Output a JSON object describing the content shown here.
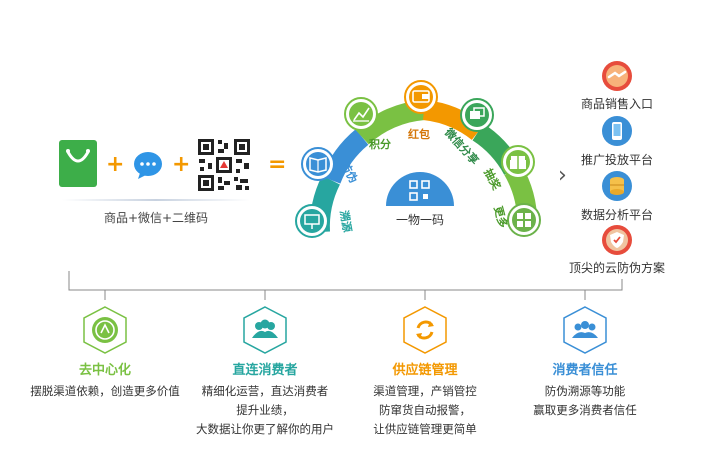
{
  "inputs": {
    "caption": "商品+微信+二维码",
    "plus": "+",
    "equals": "="
  },
  "arc": {
    "center_label": "一物一码",
    "items": [
      {
        "label": "溯源",
        "icon": "presentation-icon",
        "color": "#27a6a0"
      },
      {
        "label": "防伪",
        "icon": "book-icon",
        "color": "#3a8fd6"
      },
      {
        "label": "积分",
        "icon": "chart-icon",
        "color": "#7ac143"
      },
      {
        "label": "红包",
        "icon": "wallet-icon",
        "color": "#f39800"
      },
      {
        "label": "微信分享",
        "icon": "share-icon",
        "color": "#3aa65a"
      },
      {
        "label": "抽奖",
        "icon": "gift-icon",
        "color": "#7ac143"
      },
      {
        "label": "更多",
        "icon": "grid-icon",
        "color": "#6bb24a"
      }
    ]
  },
  "outcomes": {
    "arrow": "›",
    "items": [
      {
        "label": "商品销售入口",
        "icon": "handshake-icon"
      },
      {
        "label": "推广投放平台",
        "icon": "mobile-icon"
      },
      {
        "label": "数据分析平台",
        "icon": "database-icon"
      },
      {
        "label": "顶尖的云防伪方案",
        "icon": "shield-icon"
      }
    ]
  },
  "features": [
    {
      "title": "去中心化",
      "color": "#7ac143",
      "lines": [
        "摆脱渠道依赖，创造更多价值"
      ]
    },
    {
      "title": "直连消费者",
      "color": "#27a6a0",
      "lines": [
        "精细化运营，直达消费者",
        "提升业绩，",
        "大数据让你更了解你的用户"
      ]
    },
    {
      "title": "供应链管理",
      "color": "#f39800",
      "lines": [
        "渠道管理，产销管控",
        "防窜货自动报警，",
        "让供应链管理更简单"
      ]
    },
    {
      "title": "消费者信任",
      "color": "#3a8fd6",
      "lines": [
        "防伪溯源等功能",
        "赢取更多消费者信任"
      ]
    }
  ]
}
